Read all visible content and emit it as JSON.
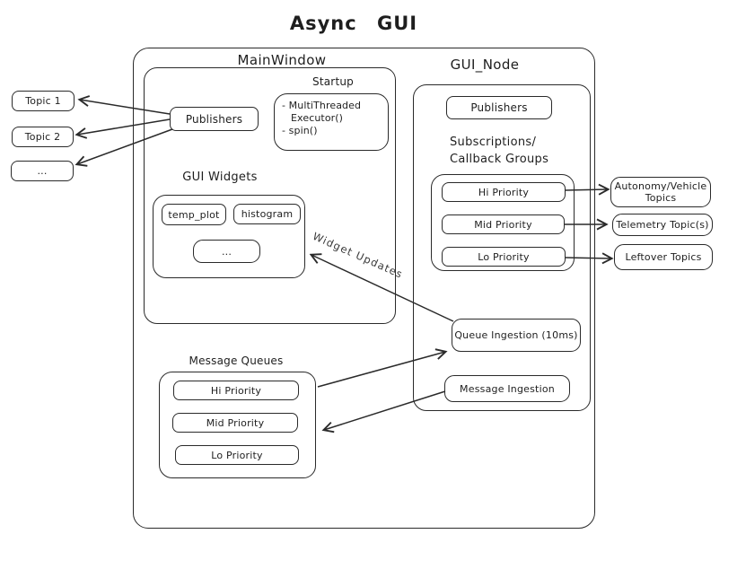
{
  "title": "Async GUI",
  "colors": {
    "stroke": "#2a2a2a",
    "background": "#ffffff",
    "text": "#1e1e1e"
  },
  "left_topics": {
    "items": [
      "Topic 1",
      "Topic 2",
      "..."
    ]
  },
  "main_window": {
    "label": "MainWindow",
    "publishers": "Publishers",
    "startup": {
      "label": "Startup",
      "line1": "- MultiThreaded",
      "line2": "Executor()",
      "line3": "- spin()"
    },
    "gui_widgets": {
      "label": "GUI Widgets",
      "items": [
        "temp_plot",
        "histogram",
        "..."
      ]
    }
  },
  "gui_node": {
    "label": "GUI_Node",
    "publishers": "Publishers",
    "subscriptions": {
      "label": "Subscriptions/\nCallback Groups",
      "items": [
        "Hi Priority",
        "Mid Priority",
        "Lo Priority"
      ]
    },
    "queue_ingestion": "Queue Ingestion (10ms)",
    "message_ingestion": "Message Ingestion"
  },
  "right_topics": {
    "items": [
      "Autonomy/Vehicle Topics",
      "Telemetry Topic(s)",
      "Leftover Topics"
    ]
  },
  "message_queues": {
    "label": "Message Queues",
    "items": [
      "Hi Priority",
      "Mid Priority",
      "Lo Priority"
    ]
  },
  "annotations": {
    "widget_updates": "Widget Updates"
  }
}
